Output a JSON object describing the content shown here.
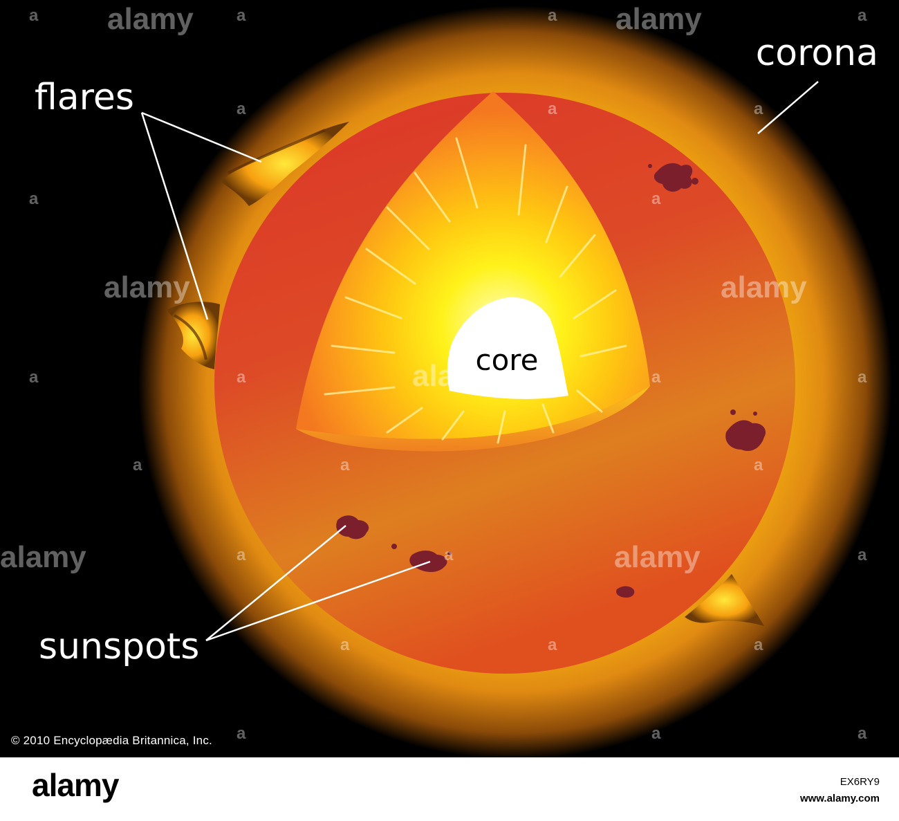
{
  "labels": {
    "corona": "corona",
    "flares": "flares",
    "core": "core",
    "sunspots": "sunspots"
  },
  "copyright": "© 2010 Encyclopædia Britannica, Inc.",
  "watermark": {
    "text": "alamy",
    "small_mark": "a"
  },
  "footer": {
    "logo": "alamy",
    "image_id": "EX6RY9",
    "site": "www.alamy.com"
  },
  "colors": {
    "background": "#000000",
    "corona": "#f2a21a",
    "photosphere": "#d9352a",
    "convection": "#f7951f",
    "radiative": "#ffe21a",
    "core": "#ffffff",
    "sunspot": "#7a1f2b",
    "label": "#ffffff"
  }
}
